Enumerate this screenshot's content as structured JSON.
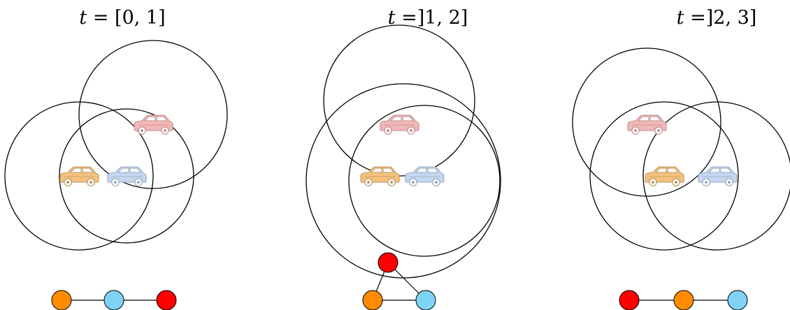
{
  "colors": {
    "orange_car": "#f4c27f",
    "blue_car": "#c3d7f2",
    "red_car": "#f3b7b7",
    "orange_node": "#ff8c00",
    "blue_node": "#7fd4f6",
    "red_node": "#ff0000"
  },
  "panels": [
    {
      "title": {
        "lhs": "t",
        "op": " = ",
        "interval": "[0, 1]"
      },
      "cars": [
        "orange",
        "blue",
        "red"
      ],
      "graph": {
        "nodes": [
          "orange",
          "blue",
          "red"
        ],
        "edges": [
          [
            "orange",
            "blue"
          ],
          [
            "blue",
            "red"
          ]
        ]
      }
    },
    {
      "title": {
        "lhs": "t",
        "op": " =",
        "interval": "]1, 2]"
      },
      "cars": [
        "orange",
        "blue",
        "red"
      ],
      "graph": {
        "nodes": [
          "orange",
          "blue",
          "red"
        ],
        "edges": [
          [
            "orange",
            "blue"
          ],
          [
            "orange",
            "red"
          ],
          [
            "blue",
            "red"
          ]
        ]
      }
    },
    {
      "title": {
        "lhs": "t",
        "op": " =",
        "interval": "]2, 3]"
      },
      "cars": [
        "orange",
        "blue",
        "red"
      ],
      "graph": {
        "nodes": [
          "red",
          "orange",
          "blue"
        ],
        "edges": [
          [
            "red",
            "orange"
          ],
          [
            "orange",
            "blue"
          ]
        ]
      }
    }
  ]
}
